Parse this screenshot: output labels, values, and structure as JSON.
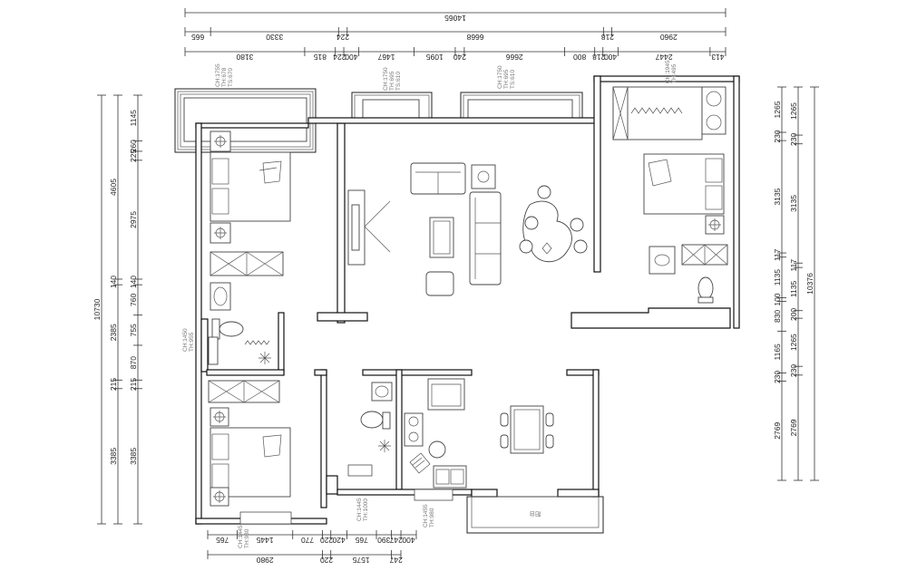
{
  "dimensions": {
    "top": {
      "row1": [
        "14065"
      ],
      "row2": [
        "665",
        "3330",
        "224",
        "6668",
        "218",
        "2960"
      ],
      "row3": [
        "3180",
        "815",
        "224",
        "400",
        "1467",
        "1095",
        "240",
        "2666",
        "800",
        "218",
        "400",
        "2447",
        "413"
      ]
    },
    "left": {
      "outer": [
        "10730"
      ],
      "middle": [
        "4605",
        "140",
        "2385",
        "215",
        "3385"
      ],
      "inner": [
        "1145",
        "260",
        "225",
        "2975",
        "140",
        "760",
        "755",
        "870",
        "215",
        "3385"
      ]
    },
    "right": {
      "col1": [
        "1265",
        "230",
        "3135",
        "117",
        "1135",
        "100",
        "830",
        "1165",
        "230",
        "2769"
      ],
      "col2": [
        "1265",
        "230",
        "3135",
        "117",
        "1135",
        "200",
        "1265",
        "230",
        "2769"
      ],
      "outer": [
        "10376"
      ]
    },
    "bottom": {
      "row1": [
        "765",
        "1445",
        "770",
        "220",
        "420",
        "765",
        "390",
        "247",
        "400"
      ],
      "row2": [
        "2980",
        "220",
        "1575",
        "247"
      ]
    }
  },
  "annotations": {
    "window_balcony_left": [
      "CH:1755",
      "TH:678",
      "TS:670"
    ],
    "window_living_1": [
      "CH:1750",
      "TH:695",
      "TS:610"
    ],
    "window_living_2": [
      "CH:1750",
      "TH:695",
      "TS:610"
    ],
    "window_bedroom_right": [
      "CH:1945",
      "TH:495"
    ],
    "window_bath_left": [
      "CH:1450",
      "TH:955"
    ],
    "window_bedroom_lower": [
      "CH:1445",
      "TH:980"
    ],
    "window_entry": [
      "CH:1445",
      "TH:1000"
    ],
    "window_kitchen": [
      "CH:1455",
      "TH:980"
    ],
    "balcony_label": "阳台"
  },
  "colors": {
    "wall": "#111111",
    "furniture": "#444444",
    "note": "#777777"
  }
}
